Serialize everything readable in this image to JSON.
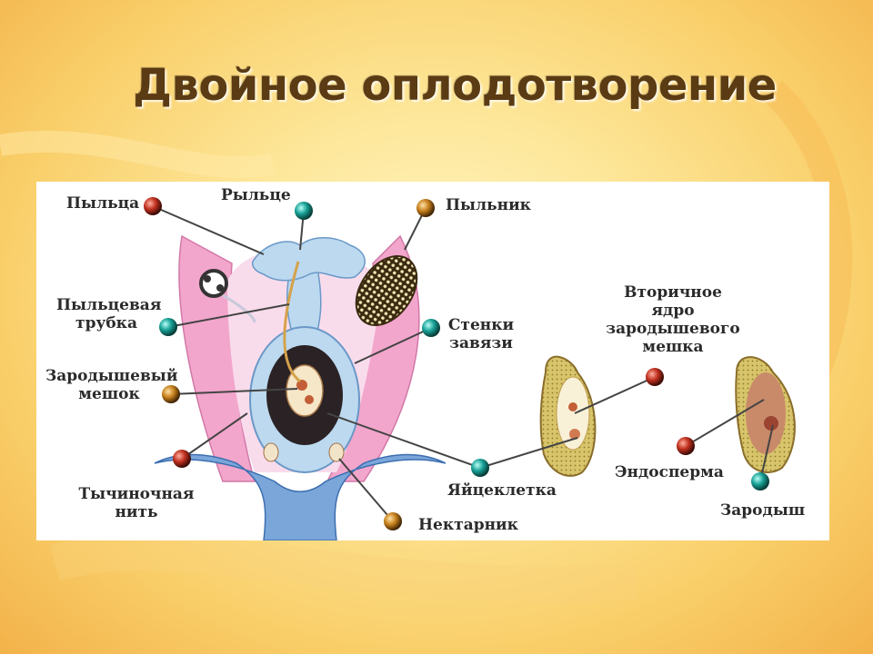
{
  "title": "Двойное оплодотворение",
  "labels": {
    "pollen": "Пыльца",
    "stigma": "Рыльце",
    "anther": "Пыльник",
    "pollen_tube_1": "Пыльцевая",
    "pollen_tube_2": "трубка",
    "ovary_wall_1": "Стенки",
    "ovary_wall_2": "завязи",
    "embryo_sac_1": "Зародышевый",
    "embryo_sac_2": "мешок",
    "filament_1": "Тычиночная",
    "filament_2": "нить",
    "egg_cell": "Яйцеклетка",
    "nectary": "Нектарник",
    "secondary_nucleus_1": "Вторичное",
    "secondary_nucleus_2": "ядро",
    "secondary_nucleus_3": "зародышевого",
    "secondary_nucleus_4": "мешка",
    "endosperm": "Эндосперма",
    "embryo": "Зародыш"
  },
  "colors": {
    "title": "#5a3b14",
    "marker_red": "#b5281c",
    "marker_teal": "#1a9e96",
    "marker_orange": "#c47a12",
    "petal": "#f0a8cf",
    "pistil": "#bcd9ef"
  }
}
